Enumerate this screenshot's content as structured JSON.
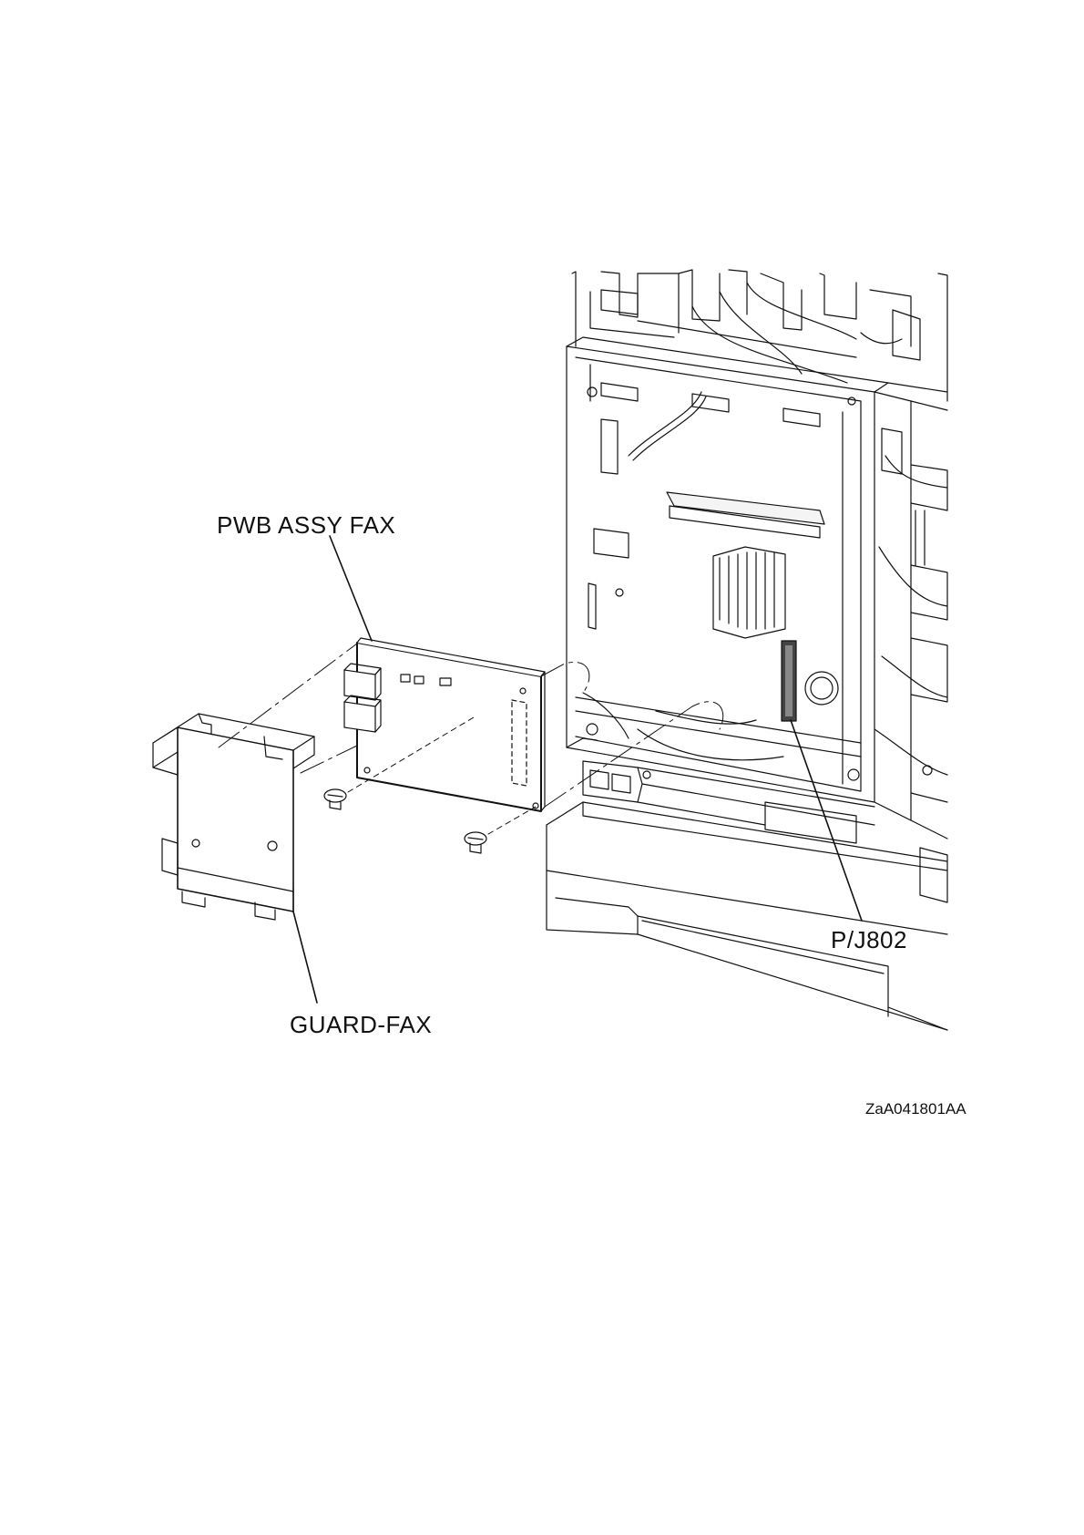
{
  "diagram": {
    "labels": {
      "pwb_assy_fax": "PWB ASSY FAX",
      "guard_fax": "GUARD-FAX",
      "connector": "P/J802",
      "figure_id": "ZaA041801AA"
    },
    "colors": {
      "line": "#111111",
      "fill": "#ffffff",
      "shade": "#e8e8e8",
      "dark": "#555555"
    }
  }
}
